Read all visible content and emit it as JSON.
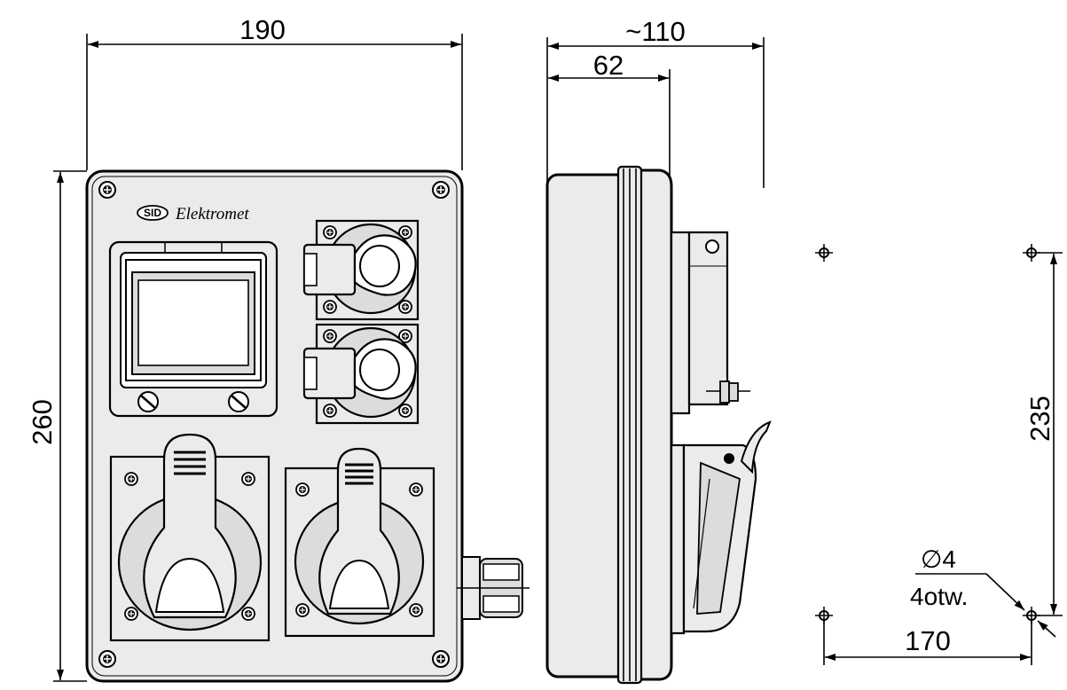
{
  "dimensions": {
    "front_width": "190",
    "front_height": "260",
    "side_depth_total": "~110",
    "side_depth_body": "62",
    "mount_vertical": "235",
    "mount_horizontal": "170",
    "hole_diameter": "∅4",
    "hole_count": "4otw."
  },
  "brand": {
    "logo": "SID",
    "name": "Elektromet"
  },
  "colors": {
    "line": "#000000",
    "fill_light": "#ebebeb",
    "fill_mid": "#dcdcdc",
    "background": "#ffffff"
  }
}
